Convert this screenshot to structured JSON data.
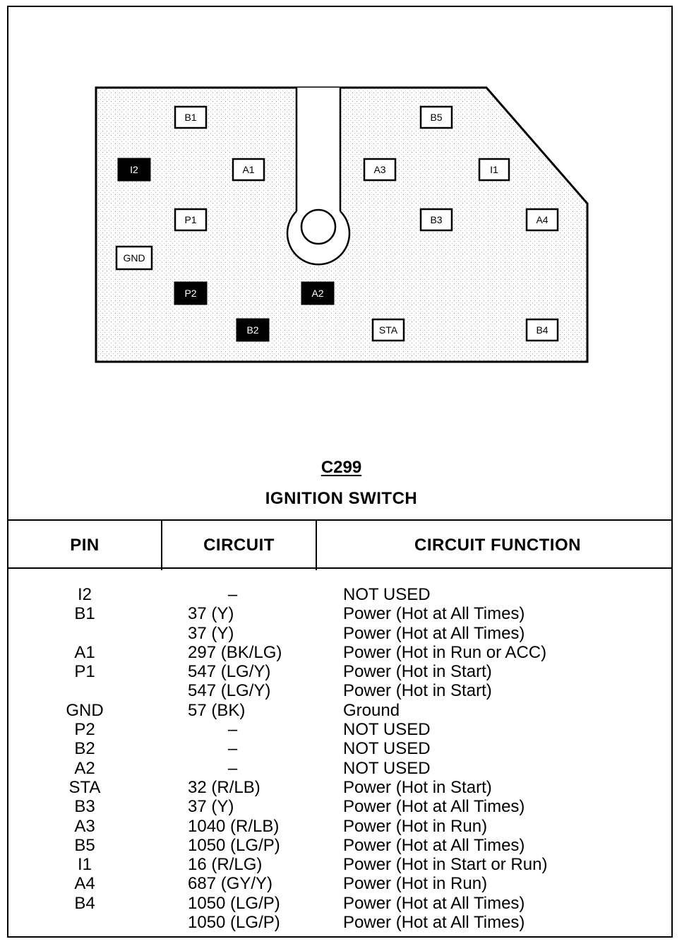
{
  "connector": {
    "code": "C299",
    "name": "IGNITION SWITCH",
    "pins": [
      {
        "label": "B1",
        "style": "outline"
      },
      {
        "label": "B5",
        "style": "outline"
      },
      {
        "label": "I2",
        "style": "solid"
      },
      {
        "label": "A1",
        "style": "outline"
      },
      {
        "label": "A3",
        "style": "outline"
      },
      {
        "label": "I1",
        "style": "outline"
      },
      {
        "label": "P1",
        "style": "outline"
      },
      {
        "label": "B3",
        "style": "outline"
      },
      {
        "label": "A4",
        "style": "outline"
      },
      {
        "label": "GND",
        "style": "outline"
      },
      {
        "label": "P2",
        "style": "solid"
      },
      {
        "label": "A2",
        "style": "solid"
      },
      {
        "label": "B2",
        "style": "solid"
      },
      {
        "label": "STA",
        "style": "outline"
      },
      {
        "label": "B4",
        "style": "outline"
      }
    ]
  },
  "table": {
    "headers": {
      "pin": "PIN",
      "circuit": "CIRCUIT",
      "function": "CIRCUIT FUNCTION"
    },
    "rows": [
      {
        "pin": "I2",
        "circuit": "–",
        "function": "NOT USED"
      },
      {
        "pin": "B1",
        "circuit": "37 (Y)",
        "function": "Power (Hot at All Times)"
      },
      {
        "pin": "",
        "circuit": "37 (Y)",
        "function": "Power (Hot at All Times)"
      },
      {
        "pin": "A1",
        "circuit": "297 (BK/LG)",
        "function": "Power (Hot in Run or ACC)"
      },
      {
        "pin": "P1",
        "circuit": "547 (LG/Y)",
        "function": "Power (Hot in Start)"
      },
      {
        "pin": "",
        "circuit": "547 (LG/Y)",
        "function": "Power (Hot in Start)"
      },
      {
        "pin": "GND",
        "circuit": "57 (BK)",
        "function": "Ground"
      },
      {
        "pin": "P2",
        "circuit": "–",
        "function": "NOT USED"
      },
      {
        "pin": "B2",
        "circuit": "–",
        "function": "NOT USED"
      },
      {
        "pin": "A2",
        "circuit": "–",
        "function": "NOT USED"
      },
      {
        "pin": "STA",
        "circuit": "32 (R/LB)",
        "function": "Power (Hot in Start)"
      },
      {
        "pin": "B3",
        "circuit": "37 (Y)",
        "function": "Power (Hot at All Times)"
      },
      {
        "pin": "A3",
        "circuit": "1040 (R/LB)",
        "function": "Power (Hot in Run)"
      },
      {
        "pin": "B5",
        "circuit": "1050 (LG/P)",
        "function": "Power (Hot at All Times)"
      },
      {
        "pin": "I1",
        "circuit": "16 (R/LG)",
        "function": "Power (Hot in Start or Run)"
      },
      {
        "pin": "A4",
        "circuit": "687 (GY/Y)",
        "function": "Power (Hot in Run)"
      },
      {
        "pin": "B4",
        "circuit": "1050 (LG/P)",
        "function": "Power (Hot at All Times)"
      },
      {
        "pin": "",
        "circuit": "1050 (LG/P)",
        "function": "Power (Hot at All Times)"
      }
    ]
  }
}
